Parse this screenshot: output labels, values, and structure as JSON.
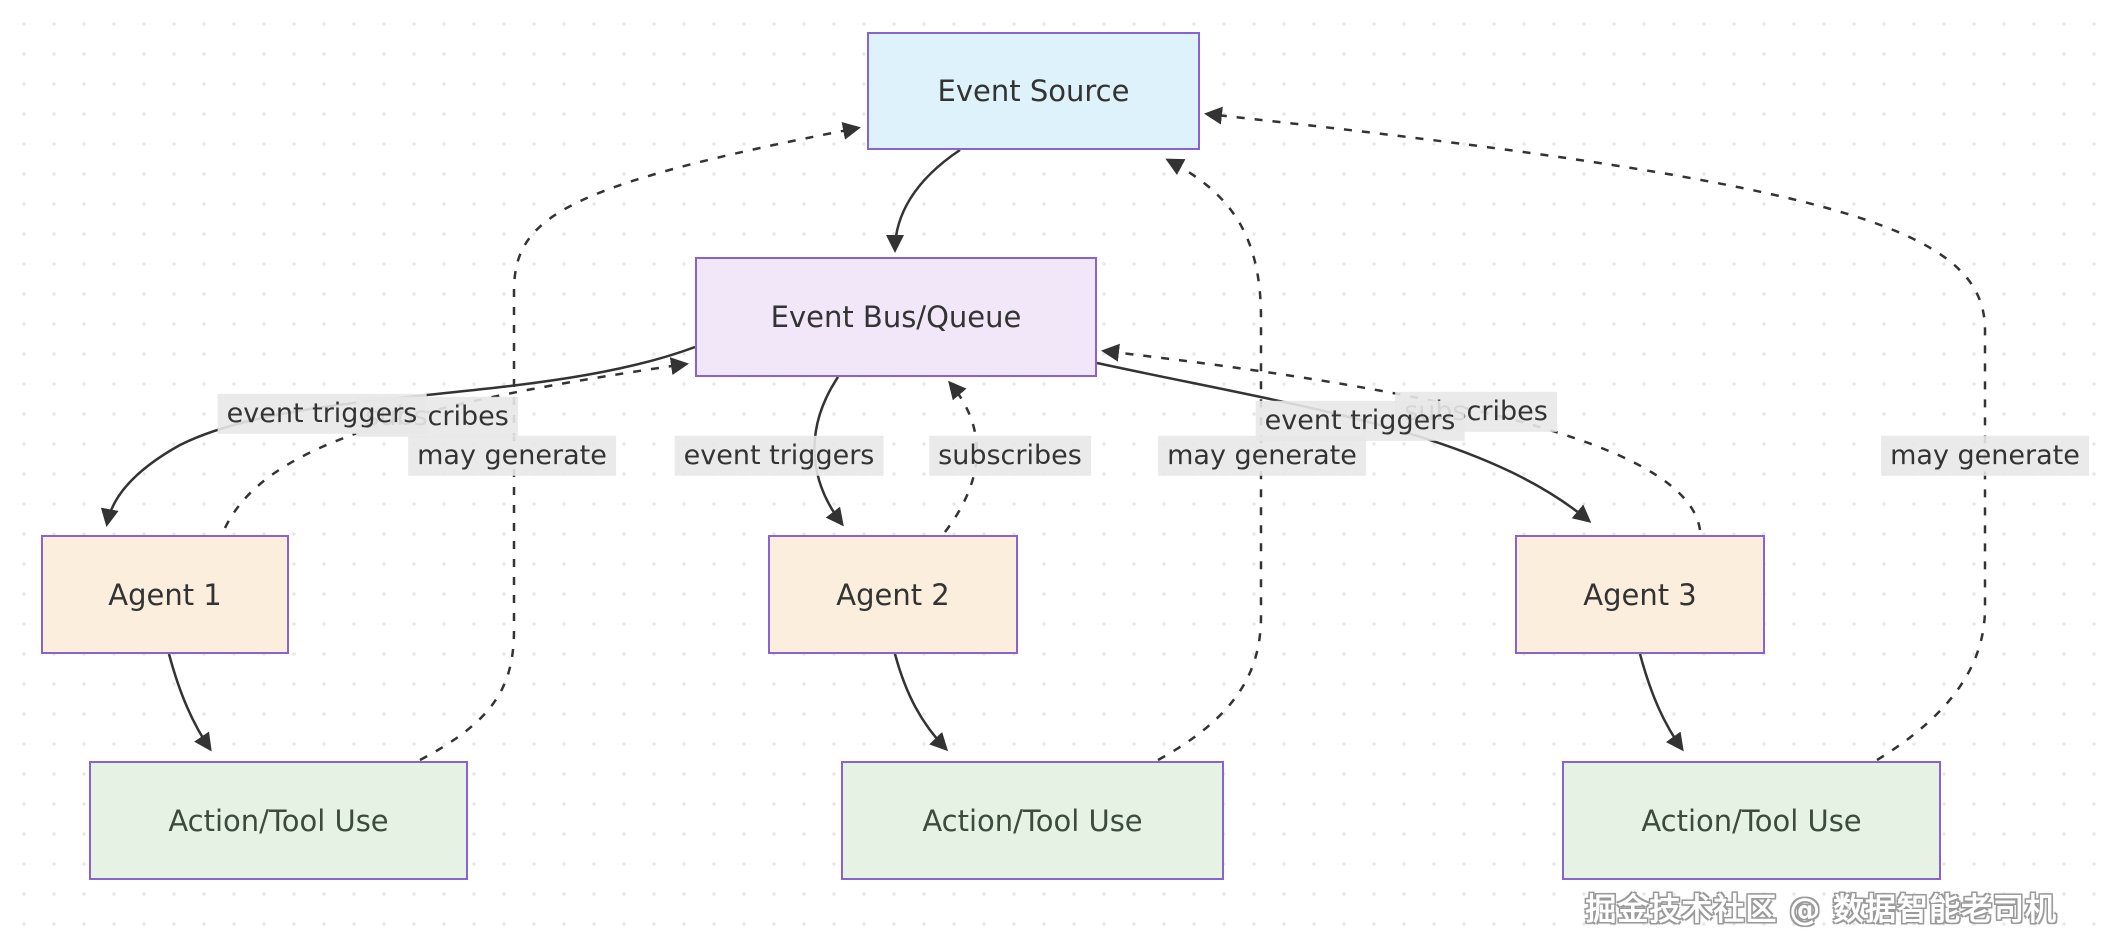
{
  "diagram": {
    "type": "flowchart",
    "nodes": {
      "event_source": {
        "label": "Event Source",
        "fill": "#ddf2fb",
        "border": "#8a63d2",
        "text_color": "#333333"
      },
      "event_bus": {
        "label": "Event Bus/Queue",
        "fill": "#f1e7f9",
        "border": "#8a63d2",
        "text_color": "#333333"
      },
      "agent1": {
        "label": "Agent 1",
        "fill": "#fceedd",
        "border": "#8a63d2",
        "text_color": "#333333"
      },
      "agent2": {
        "label": "Agent 2",
        "fill": "#fceedd",
        "border": "#8a63d2",
        "text_color": "#333333"
      },
      "agent3": {
        "label": "Agent 3",
        "fill": "#fceedd",
        "border": "#8a63d2",
        "text_color": "#333333"
      },
      "action1": {
        "label": "Action/Tool Use",
        "fill": "#e6f2e3",
        "border": "#8a63d2",
        "text_color": "#3c4b3e"
      },
      "action2": {
        "label": "Action/Tool Use",
        "fill": "#e6f2e3",
        "border": "#8a63d2",
        "text_color": "#3c4b3e"
      },
      "action3": {
        "label": "Action/Tool Use",
        "fill": "#e6f2e3",
        "border": "#8a63d2",
        "text_color": "#3c4b3e"
      }
    },
    "edge_labels": {
      "event_triggers_left": "event triggers",
      "subscribes_left": "subscribes",
      "may_generate_left": "may generate",
      "event_triggers_center": "event triggers",
      "subscribes_center": "subscribes",
      "may_generate_center": "may generate",
      "event_triggers_right": "event triggers",
      "subscribes_right": "subscribes",
      "may_generate_right": "may generate"
    },
    "edges": [
      {
        "from": "Event Source",
        "to": "Event Bus/Queue",
        "type": "solid",
        "label": ""
      },
      {
        "from": "Event Bus/Queue",
        "to": "Agent 1",
        "type": "solid",
        "label": "event triggers"
      },
      {
        "from": "Event Bus/Queue",
        "to": "Agent 2",
        "type": "solid",
        "label": "event triggers"
      },
      {
        "from": "Event Bus/Queue",
        "to": "Agent 3",
        "type": "solid",
        "label": "event triggers"
      },
      {
        "from": "Agent 1",
        "to": "Event Bus/Queue",
        "type": "dashed",
        "label": "subscribes"
      },
      {
        "from": "Agent 2",
        "to": "Event Bus/Queue",
        "type": "dashed",
        "label": "subscribes"
      },
      {
        "from": "Agent 3",
        "to": "Event Bus/Queue",
        "type": "dashed",
        "label": "subscribes"
      },
      {
        "from": "Agent 1",
        "to": "Action/Tool Use",
        "type": "solid",
        "label": ""
      },
      {
        "from": "Agent 2",
        "to": "Action/Tool Use",
        "type": "solid",
        "label": ""
      },
      {
        "from": "Agent 3",
        "to": "Action/Tool Use",
        "type": "solid",
        "label": ""
      },
      {
        "from": "Action/Tool Use 1",
        "to": "Event Source",
        "type": "dashed",
        "label": "may generate"
      },
      {
        "from": "Action/Tool Use 2",
        "to": "Event Source",
        "type": "dashed",
        "label": "may generate"
      },
      {
        "from": "Action/Tool Use 3",
        "to": "Event Source",
        "type": "dashed",
        "label": "may generate"
      }
    ],
    "colors": {
      "edge": "#333333",
      "edge_label_bg": "#e8e8e8",
      "canvas_bg": "#ffffff",
      "grid_dot": "#e7e7e7"
    }
  },
  "watermark": {
    "text": "掘金技术社区 @ 数据智能老司机"
  }
}
